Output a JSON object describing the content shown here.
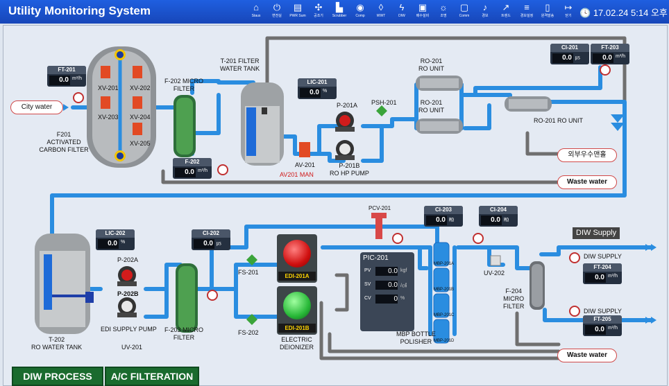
{
  "app": {
    "title": "Utility Monitoring System",
    "clock": "17.02.24 5:14 오후"
  },
  "nav": [
    {
      "label": "Staus",
      "icon": "home-icon"
    },
    {
      "label": "변전실",
      "icon": "power-icon"
    },
    {
      "label": "PWR Sum",
      "icon": "printer-icon"
    },
    {
      "label": "공조기",
      "icon": "fan-icon"
    },
    {
      "label": "Scrubber",
      "icon": "factory-icon"
    },
    {
      "label": "Comp",
      "icon": "compressor-icon"
    },
    {
      "label": "WWT",
      "icon": "drop-icon"
    },
    {
      "label": "DIW",
      "icon": "bolt-icon"
    },
    {
      "label": "배수설비",
      "icon": "equipment-icon"
    },
    {
      "label": "조명",
      "icon": "bulb-icon"
    },
    {
      "label": "Comm",
      "icon": "monitor-icon"
    },
    {
      "label": "경보",
      "icon": "bell-icon"
    },
    {
      "label": "트렌드",
      "icon": "trend-icon"
    },
    {
      "label": "경보설정",
      "icon": "sliders-icon"
    },
    {
      "label": "원격발송",
      "icon": "document-icon"
    },
    {
      "label": "닫기",
      "icon": "exit-icon"
    }
  ],
  "labels": {
    "city_water": "City water",
    "carbon_filter": "F201\nACTIVATED\nCARBON FILTER",
    "micro_f202": "F-202 MICRO\nFILTER",
    "t201": "T-201 FILTER\nWATER TANK",
    "p201a": "P-201A",
    "p201b": "P-201B\nRO HP PUMP",
    "psh201": "PSH-201",
    "av201": "AV-201",
    "av201_man": "AV201 MAN",
    "ro1": "RO-201\nRO UNIT",
    "ro2": "RO-201\nRO UNIT",
    "ro3": "RO-201 RO UNIT",
    "korean_box": "외부우수맨홀",
    "waste1": "Waste water",
    "waste2": "Waste water",
    "xv201": "XV-201",
    "xv202": "XV-202",
    "xv203": "XV-203",
    "xv204": "XV-204",
    "xv205": "XV-205",
    "t202": "T-202\nRO WATER TANK",
    "p202a": "P-202A",
    "p202b": "P-202B",
    "edi_pump": "EDI SUPPLY PUMP",
    "uv201": "UV-201",
    "f203": "F-203 MICRO\nFILTER",
    "fs201": "FS-201",
    "fs202": "FS-202",
    "edi_a": "EDI-201A",
    "edi_b": "EDI-201B",
    "edi_label": "ELECTRIC\nDEIONIZER",
    "pcv201": "PCV-201",
    "mbp_a": "MBP-201A",
    "mbp_b": "MBP-201B",
    "mbp_c": "MBP-201C",
    "mbp_d": "MBP-201D",
    "mbp_label": "MBP BOTTLE\nPOLISHER",
    "uv202": "UV-202",
    "f204": "F-204\nMICRO\nFILTER",
    "diw_supply": "DIW Supply",
    "diw_supply1": "DIW SUPPLY",
    "diw_supply2": "DIW SUPPLY"
  },
  "displays": {
    "ft201": {
      "title": "FT-201",
      "value": "0.0",
      "unit": "m³/h"
    },
    "f202": {
      "title": "F-202",
      "value": "0.0",
      "unit": "m³/h"
    },
    "lic201": {
      "title": "LIC-201",
      "value": "0.0",
      "unit": "%"
    },
    "ci201": {
      "title": "CI-201",
      "value": "0.0",
      "unit": "㎲"
    },
    "ft203": {
      "title": "FT-203",
      "value": "0.0",
      "unit": "m³/h"
    },
    "lic202": {
      "title": "LIC-202",
      "value": "0.0",
      "unit": "%"
    },
    "ci202": {
      "title": "CI-202",
      "value": "0.0",
      "unit": "㎲"
    },
    "ci203": {
      "title": "CI-203",
      "value": "0.0",
      "unit": "㏁"
    },
    "ci204": {
      "title": "CI-204",
      "value": "0.0",
      "unit": "㏁"
    },
    "ft204": {
      "title": "FT-204",
      "value": "0.0",
      "unit": "m³/h"
    },
    "ft205": {
      "title": "FT-205",
      "value": "0.0",
      "unit": "m³/h"
    }
  },
  "pic201": {
    "title": "PIC-201",
    "pv": "0.0",
    "pv_unit": "kgf",
    "sv": "0.0",
    "sv_unit": "/㎠",
    "cv": "0",
    "cv_unit": "%",
    "keys": {
      "pv": "PV",
      "sv": "SV",
      "cv": "CV"
    }
  },
  "buttons": {
    "diw_process": "DIW PROCESS",
    "ac_filteration": "A/C FILTERATION"
  },
  "colors": {
    "pipe": "#2a8de0",
    "return": "#767676",
    "edi_a_lamp": "#e02020",
    "edi_b_lamp": "#30c040"
  }
}
